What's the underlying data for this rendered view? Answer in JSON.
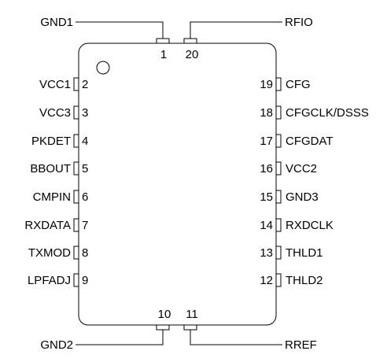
{
  "package": {
    "pins": [
      {
        "number": "1",
        "name": "GND1"
      },
      {
        "number": "2",
        "name": "VCC1"
      },
      {
        "number": "3",
        "name": "VCC3"
      },
      {
        "number": "4",
        "name": "PKDET"
      },
      {
        "number": "5",
        "name": "BBOUT"
      },
      {
        "number": "6",
        "name": "CMPIN"
      },
      {
        "number": "7",
        "name": "RXDATA"
      },
      {
        "number": "8",
        "name": "TXMOD"
      },
      {
        "number": "9",
        "name": "LPFADJ"
      },
      {
        "number": "10",
        "name": "GND2"
      },
      {
        "number": "11",
        "name": "RREF"
      },
      {
        "number": "12",
        "name": "THLD2"
      },
      {
        "number": "13",
        "name": "THLD1"
      },
      {
        "number": "14",
        "name": "RXDCLK"
      },
      {
        "number": "15",
        "name": "GND3"
      },
      {
        "number": "16",
        "name": "VCC2"
      },
      {
        "number": "17",
        "name": "CFGDAT"
      },
      {
        "number": "18",
        "name": "CFGCLK/DSSS"
      },
      {
        "number": "19",
        "name": "CFG"
      },
      {
        "number": "20",
        "name": "RFIO"
      }
    ]
  },
  "colors": {
    "line": "#000000",
    "background": "#ffffff"
  }
}
